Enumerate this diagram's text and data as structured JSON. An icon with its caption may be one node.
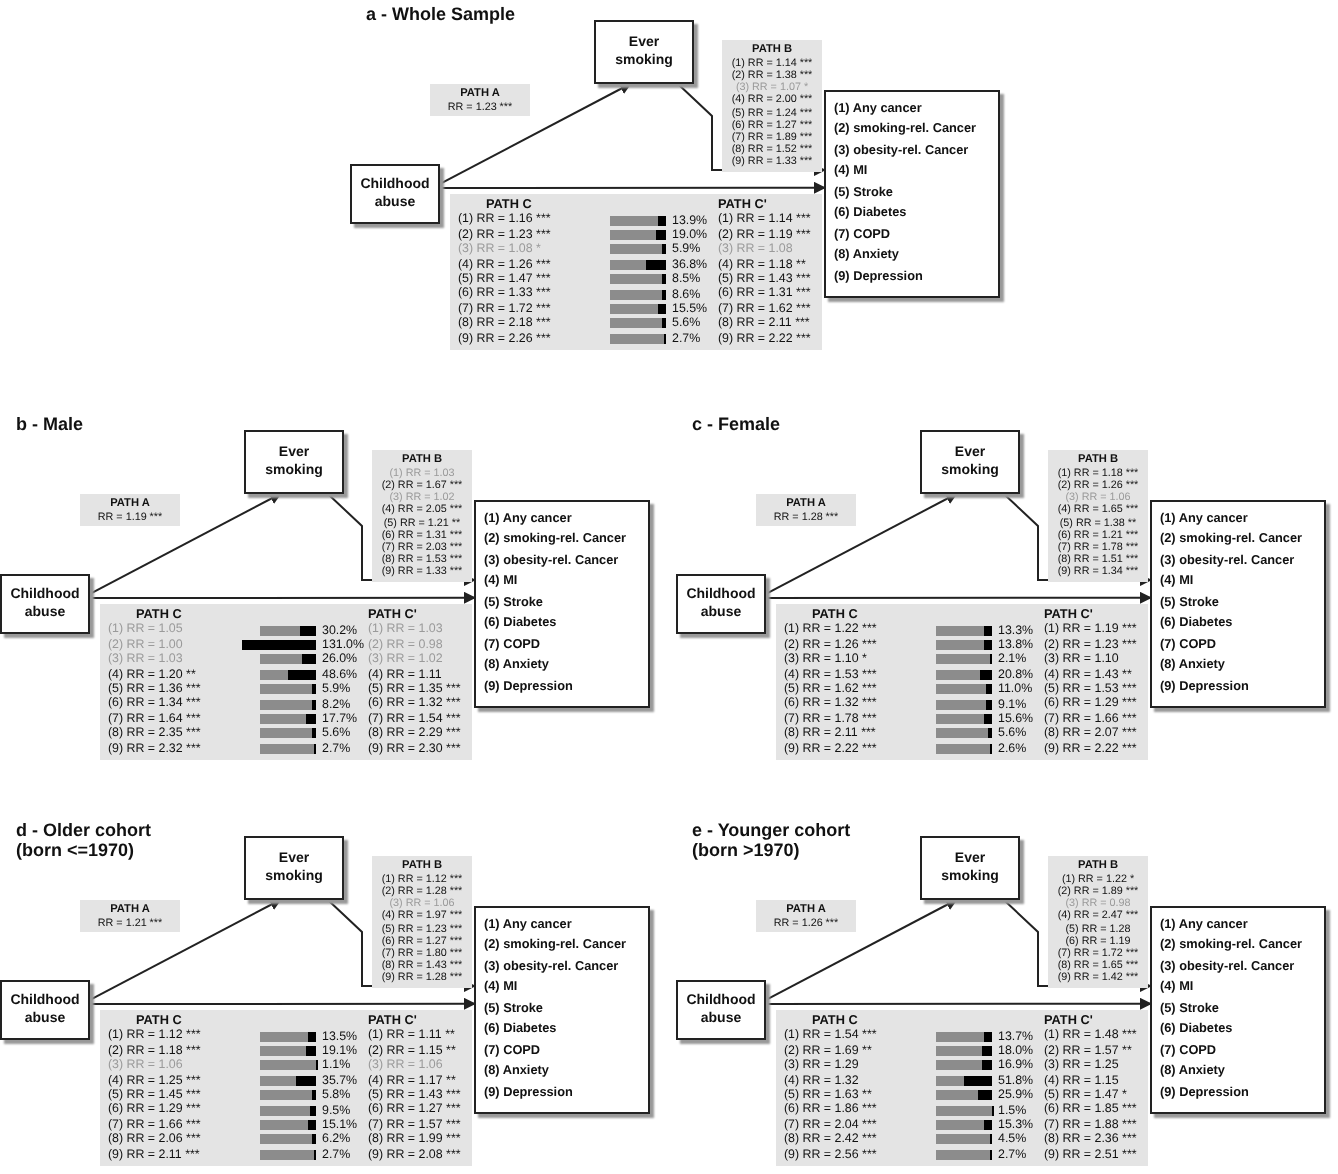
{
  "diagram": {
    "nodes": [
      {
        "text": [
          "Childhood abuse"
        ]
      },
      {
        "text": [
          "Ever smoking"
        ]
      },
      {
        "text": [
          "(1) Any cancer",
          "(2) smoking-rel. Cancer",
          "(3) obesity-rel. Cancer",
          "(4) MI",
          "(5) Stroke",
          "(6) Diabetes",
          "(7) COPD",
          "(8) Anxiety",
          "(9) Depression"
        ]
      },
      {
        "text": [
          "PATH A",
          "RR = 1.23 ***"
        ]
      },
      {
        "text": [
          "PATH B",
          "(1) RR = 1.14 ***",
          "(2) RR = 1.38 ***",
          "(3) RR = 1.07 *",
          "(4) RR = 2.00 ***",
          "(5) RR = 1.24 ***",
          "(6) RR = 1.27 ***",
          "(7) RR = 1.89 ***",
          "(8) RR = 1.52 ***",
          "(9) RR = 1.33 ***"
        ]
      },
      {
        "text": [
          "PATH C",
          "PATH C'",
          "(1) RR = 1.16 ***",
          "13.9%",
          "(1) RR = 1.14 ***",
          "(2) RR = 1.23 ***",
          "19.0%",
          "(2) RR = 1.19 ***",
          "(3) RR = 1.08 *",
          "5.9%",
          "(3) RR = 1.08",
          "(4) RR = 1.26 ***",
          "36.8%",
          "(4) RR = 1.18 **",
          "(5) RR = 1.47 ***",
          "8.5%",
          "(5) RR = 1.43 ***",
          "(6) RR = 1.33 ***",
          "8.6%",
          "(6) RR = 1.31 ***",
          "(7) RR = 1.72 ***",
          "15.5%",
          "(7) RR = 1.62 ***",
          "(8) RR = 2.18 ***",
          "5.6%",
          "(8) RR = 2.11 ***",
          "(9) RR = 2.26 ***",
          "2.7%",
          "(9) RR = 2.22 ***"
        ]
      },
      {
        "text": [
          "Childhood abuse"
        ]
      },
      {
        "text": [
          "Ever smoking"
        ]
      },
      {
        "text": [
          "(1) Any cancer",
          "(2) smoking-rel. Cancer",
          "(3) obesity-rel. Cancer",
          "(4) MI",
          "(5) Stroke",
          "(6) Diabetes",
          "(7) COPD",
          "(8) Anxiety",
          "(9) Depression"
        ]
      },
      {
        "text": [
          "PATH A",
          "RR = 1.19 ***"
        ]
      },
      {
        "text": [
          "PATH B",
          "(1) RR = 1.03",
          "(2) RR = 1.67 ***",
          "(3) RR = 1.02",
          "(4) RR = 2.05 ***",
          "(5) RR = 1.21 **",
          "(6) RR = 1.31 ***",
          "(7) RR = 2.03 ***",
          "(8) RR = 1.53 ***",
          "(9) RR = 1.33 ***"
        ]
      },
      {
        "text": [
          "PATH C",
          "PATH C'",
          "(1) RR = 1.05",
          "30.2%",
          "(1) RR = 1.03",
          "(2) RR = 1.00",
          "131.0%",
          "(2) RR = 0.98",
          "(3) RR = 1.03",
          "26.0%",
          "(3) RR = 1.02",
          "(4) RR = 1.20 **",
          "48.6%",
          "(4) RR = 1.11",
          "(5) RR = 1.36 ***",
          "5.9%",
          "(5) RR = 1.35 ***",
          "(6) RR = 1.34 ***",
          "8.2%",
          "(6) RR = 1.32 ***",
          "(7) RR = 1.64 ***",
          "17.7%",
          "(7) RR = 1.54 ***",
          "(8) RR = 2.35 ***",
          "5.6%",
          "(8) RR = 2.29 ***",
          "(9) RR = 2.32 ***",
          "2.7%",
          "(9) RR = 2.30 ***"
        ]
      },
      {
        "text": [
          "Childhood abuse"
        ]
      },
      {
        "text": [
          "Ever smoking"
        ]
      },
      {
        "text": [
          "(1) Any cancer",
          "(2) smoking-rel. Cancer",
          "(3) obesity-rel. Cancer",
          "(4) MI",
          "(5) Stroke",
          "(6) Diabetes",
          "(7) COPD",
          "(8) Anxiety",
          "(9) Depression"
        ]
      },
      {
        "text": [
          "PATH A",
          "RR = 1.28 ***"
        ]
      },
      {
        "text": [
          "PATH B",
          "(1) RR = 1.18 ***",
          "(2) RR = 1.26 ***",
          "(3) RR = 1.06",
          "(4) RR = 1.65 ***",
          "(5) RR = 1.38 **",
          "(6) RR = 1.21 ***",
          "(7) RR = 1.78 ***",
          "(8) RR = 1.51 ***",
          "(9) RR = 1.34 ***"
        ]
      },
      {
        "text": [
          "PATH C",
          "PATH C'",
          "(1) RR = 1.22 ***",
          "13.3%",
          "(1) RR = 1.19 ***",
          "(2) RR = 1.26 ***",
          "13.8%",
          "(2) RR = 1.23 ***",
          "(3) RR = 1.10 *",
          "2.1%",
          "(3) RR = 1.10",
          "(4) RR = 1.53 ***",
          "20.8%",
          "(4) RR = 1.43 **",
          "(5) RR = 1.62 ***",
          "11.0%",
          "(5) RR = 1.53 ***",
          "(6) RR = 1.32 ***",
          "9.1%",
          "(6) RR = 1.29 ***",
          "(7) RR = 1.78 ***",
          "15.6%",
          "(7) RR = 1.66 ***",
          "(8) RR = 2.11 ***",
          "5.6%",
          "(8) RR = 2.07 ***",
          "(9) RR = 2.22 ***",
          "2.6%",
          "(9) RR = 2.22 ***"
        ]
      },
      {
        "text": [
          "Childhood abuse"
        ]
      },
      {
        "text": [
          "Ever smoking"
        ]
      },
      {
        "text": [
          "(1) Any cancer",
          "(2) smoking-rel. Cancer",
          "(3) obesity-rel. Cancer",
          "(4) MI",
          "(5) Stroke",
          "(6) Diabetes",
          "(7) COPD",
          "(8) Anxiety",
          "(9) Depression"
        ]
      },
      {
        "text": [
          "PATH A",
          "RR = 1.21 ***"
        ]
      },
      {
        "text": [
          "PATH B",
          "(1) RR = 1.12 ***",
          "(2) RR = 1.28 ***",
          "(3) RR = 1.06",
          "(4) RR = 1.97 ***",
          "(5) RR = 1.23 ***",
          "(6) RR = 1.27 ***",
          "(7) RR = 1.80 ***",
          "(8) RR = 1.43 ***",
          "(9) RR = 1.28 ***"
        ]
      },
      {
        "text": [
          "PATH C",
          "PATH C'",
          "(1) RR = 1.12 ***",
          "13.5%",
          "(1) RR = 1.11 **",
          "(2) RR = 1.18 ***",
          "19.1%",
          "(2) RR = 1.15 **",
          "(3) RR = 1.06",
          "1.1%",
          "(3) RR = 1.06",
          "(4) RR = 1.25 ***",
          "35.7%",
          "(4) RR = 1.17 **",
          "(5) RR = 1.45 ***",
          "5.8%",
          "(5) RR = 1.43 ***",
          "(6) RR = 1.29 ***",
          "9.5%",
          "(6) RR = 1.27 ***",
          "(7) RR = 1.66 ***",
          "15.1%",
          "(7) RR = 1.57 ***",
          "(8) RR = 2.06 ***",
          "6.2%",
          "(8) RR = 1.99 ***",
          "(9) RR = 2.11 ***",
          "2.7%",
          "(9) RR = 2.08 ***"
        ]
      },
      {
        "text": [
          "Childhood abuse"
        ]
      },
      {
        "text": [
          "Ever smoking"
        ]
      },
      {
        "text": [
          "(1) Any cancer",
          "(2) smoking-rel. Cancer",
          "(3) obesity-rel. Cancer",
          "(4) MI",
          "(5) Stroke",
          "(6) Diabetes",
          "(7) COPD",
          "(8) Anxiety",
          "(9) Depression"
        ]
      },
      {
        "text": [
          "PATH A",
          "RR = 1.26 ***"
        ]
      },
      {
        "text": [
          "PATH B",
          "(1) RR = 1.22 *",
          "(2) RR = 1.89 ***",
          "(3) RR = 0.98",
          "(4) RR = 2.47 ***",
          "(5) RR = 1.28",
          "(6) RR = 1.19",
          "(7) RR = 1.72 ***",
          "(8) RR = 1.65 ***",
          "(9) RR = 1.42 ***"
        ]
      },
      {
        "text": [
          "PATH C",
          "PATH C'",
          "(1) RR = 1.54 ***",
          "13.7%",
          "(1) RR = 1.48 ***",
          "(2) RR = 1.69 **",
          "18.0%",
          "(2) RR = 1.57 **",
          "(3) RR = 1.29",
          "16.9%",
          "(3) RR = 1.25",
          "(4) RR = 1.32",
          "51.8%",
          "(4) RR = 1.15",
          "(5) RR = 1.63 **",
          "25.9%",
          "(5) RR = 1.47 *",
          "(6) RR = 1.86 ***",
          "1.5%",
          "(6) RR = 1.85 ***",
          "(7) RR = 2.04 ***",
          "15.3%",
          "(7) RR = 1.88 ***",
          "(8) RR = 2.42 ***",
          "4.5%",
          "(8) RR = 2.36 ***",
          "(9) RR = 2.56 ***",
          "2.7%",
          "(9) RR = 2.51 ***"
        ]
      }
    ],
    "edges": [
      {
        "from": 0,
        "to": 1,
        "arrow": "to"
      },
      {
        "from": 1,
        "to": 2,
        "arrow": "to"
      },
      {
        "from": 0,
        "to": 2,
        "arrow": "to"
      },
      {
        "from": 6,
        "to": 7,
        "arrow": "to"
      },
      {
        "from": 7,
        "to": 8,
        "arrow": "to"
      },
      {
        "from": 6,
        "to": 8,
        "arrow": "to"
      },
      {
        "from": 12,
        "to": 13,
        "arrow": "to"
      },
      {
        "from": 13,
        "to": 14,
        "arrow": "to"
      },
      {
        "from": 12,
        "to": 14,
        "arrow": "to"
      },
      {
        "from": 18,
        "to": 19,
        "arrow": "to"
      },
      {
        "from": 19,
        "to": 20,
        "arrow": "to"
      },
      {
        "from": 18,
        "to": 20,
        "arrow": "to"
      },
      {
        "from": 24,
        "to": 25,
        "arrow": "to"
      },
      {
        "from": 25,
        "to": 26,
        "arrow": "to"
      },
      {
        "from": 24,
        "to": 26,
        "arrow": "to"
      }
    ],
    "labels": [
      "a - Whole Sample",
      "b - Male",
      "c - Female",
      "d - Older cohort (born <=1970)",
      "e - Younger cohort (born >1970)"
    ]
  }
}
